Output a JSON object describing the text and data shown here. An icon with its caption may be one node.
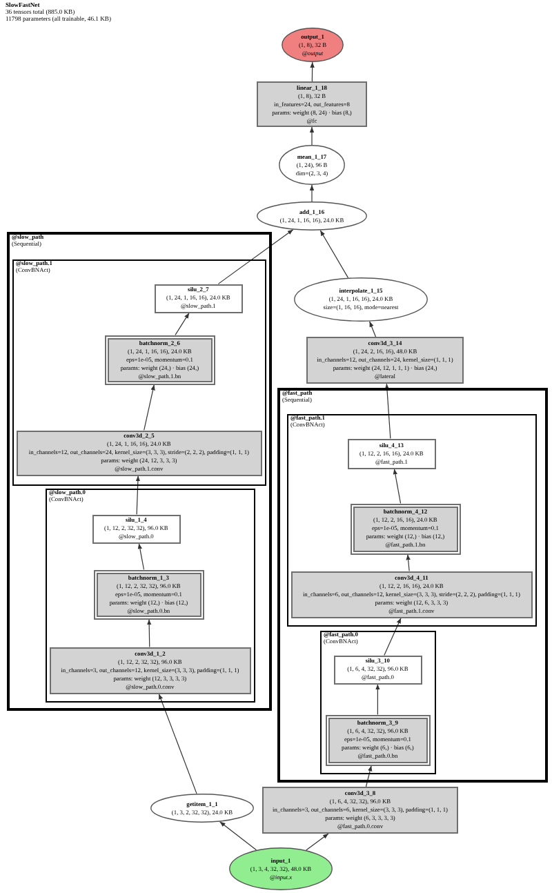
{
  "diagram": {
    "title": "SlowFastNet",
    "nodes": [
      {
        "text": [
          "output_1",
          "(1, 8), 32 B",
          "@output"
        ]
      },
      {
        "text": [
          "linear_1_18",
          "(1, 8), 32 B",
          "in_features=24, out_features=8",
          "params: weight (8, 24) · bias (8,)",
          "@fc"
        ]
      },
      {
        "text": [
          "mean_1_17",
          "(1, 24), 96 B",
          "dim=(2, 3, 4)"
        ]
      },
      {
        "text": [
          "add_1_16",
          "(1, 24, 1, 16, 16), 24.0 KB"
        ]
      },
      {
        "text": [
          "@slow_path",
          "(Sequential)"
        ]
      },
      {
        "text": [
          "@slow_path.1",
          "(ConvBNAct)"
        ],
        "in": 4
      },
      {
        "text": [
          "silu_2_7",
          "(1, 24, 1, 16, 16), 24.0 KB",
          "@slow_path.1"
        ],
        "in": 5
      },
      {
        "text": [
          "batchnorm_2_6",
          "(1, 24, 1, 16, 16), 24.0 KB",
          "eps=1e-05, momentum=0.1",
          "params: weight (24,) · bias (24,)",
          "@slow_path.1.bn"
        ],
        "in": 5
      },
      {
        "text": [
          "conv3d_2_5",
          "(1, 24, 1, 16, 16), 24.0 KB",
          "in_channels=12, out_channels=24, kernel_size=(3, 3, 3), stride=(2, 2, 2), padding=(1, 1, 1)",
          "params: weight (24, 12, 3, 3, 3)",
          "@slow_path.1.conv"
        ],
        "in": 5
      },
      {
        "text": [
          "@slow_path.0",
          "(ConvBNAct)"
        ],
        "in": 4
      },
      {
        "text": [
          "silu_1_4",
          "(1, 12, 2, 32, 32), 96.0 KB",
          "@slow_path.0"
        ],
        "in": 9
      },
      {
        "text": [
          "batchnorm_1_3",
          "(1, 12, 2, 32, 32), 96.0 KB",
          "eps=1e-05, momentum=0.1",
          "params: weight (12,) · bias (12,)",
          "@slow_path.0.bn"
        ],
        "in": 9
      },
      {
        "text": [
          "conv3d_1_2",
          "(1, 12, 2, 32, 32), 96.0 KB",
          "in_channels=3, out_channels=12, kernel_size=(3, 3, 3), padding=(1, 1, 1)",
          "params: weight (12, 3, 3, 3, 3)",
          "@slow_path.0.conv"
        ],
        "in": 9
      },
      {
        "text": [
          "interpolate_1_15",
          "(1, 24, 1, 16, 16), 24.0 KB",
          "size=(1, 16, 16), mode=nearest"
        ]
      },
      {
        "text": [
          "conv3d_3_14",
          "(1, 24, 2, 16, 16), 48.0 KB",
          "in_channels=12, out_channels=24, kernel_size=(1, 1, 1)",
          "params: weight (24, 12, 1, 1, 1) · bias (24,)",
          "@lateral"
        ]
      },
      {
        "text": [
          "@fast_path",
          "(Sequential)"
        ]
      },
      {
        "text": [
          "@fast_path.1",
          "(ConvBNAct)"
        ],
        "in": 15
      },
      {
        "text": [
          "silu_4_13",
          "(1, 12, 2, 16, 16), 24.0 KB",
          "@fast_path.1"
        ],
        "in": 16
      },
      {
        "text": [
          "batchnorm_4_12",
          "(1, 12, 2, 16, 16), 24.0 KB",
          "eps=1e-05, momentum=0.1",
          "params: weight (12,) · bias (12,)",
          "@fast_path.1.bn"
        ],
        "in": 16
      },
      {
        "text": [
          "conv3d_4_11",
          "(1, 12, 2, 16, 16), 24.0 KB",
          "in_channels=6, out_channels=12, kernel_size=(3, 3, 3), stride=(2, 2, 2), padding=(1, 1, 1)",
          "params: weight (12, 6, 3, 3, 3)",
          "@fast_path.1.conv"
        ],
        "in": 16
      },
      {
        "text": [
          "@fast_path.0",
          "(ConvBNAct)"
        ],
        "in": 15
      },
      {
        "text": [
          "silu_3_10",
          "(1, 6, 4, 32, 32), 96.0 KB",
          "@fast_path.0"
        ],
        "in": 20
      },
      {
        "text": [
          "batchnorm_3_9",
          "(1, 6, 4, 32, 32), 96.0 KB",
          "eps=1e-05, momentum=0.1",
          "params: weight (6,) · bias (6,)",
          "@fast_path.0.bn"
        ],
        "in": 20
      },
      {
        "text": [
          "conv3d_3_8",
          "(1, 6, 4, 32, 32), 96.0 KB",
          "in_channels=3, out_channels=6, kernel_size=(3, 3, 3), padding=(1, 1, 1)",
          "params: weight (6, 3, 3, 3, 3)",
          "@fast_path.0.conv"
        ]
      },
      {
        "text": [
          "getitem_1_1",
          "(1, 3, 2, 32, 32), 24.0 KB"
        ]
      },
      {
        "text": [
          "input_1",
          "(1, 3, 4, 32, 32), 48.0 KB",
          "@input.x"
        ]
      }
    ],
    "edges": [
      {
        "from": 25,
        "to": 24,
        "arrow": "to"
      },
      {
        "from": 25,
        "to": 23,
        "arrow": "to"
      },
      {
        "from": 24,
        "to": 12,
        "arrow": "to"
      },
      {
        "from": 12,
        "to": 11,
        "arrow": "to"
      },
      {
        "from": 11,
        "to": 10,
        "arrow": "to"
      },
      {
        "from": 10,
        "to": 8,
        "arrow": "to"
      },
      {
        "from": 8,
        "to": 7,
        "arrow": "to"
      },
      {
        "from": 7,
        "to": 6,
        "arrow": "to"
      },
      {
        "from": 6,
        "to": 3,
        "arrow": "to"
      },
      {
        "from": 23,
        "to": 22,
        "arrow": "to"
      },
      {
        "from": 22,
        "to": 21,
        "arrow": "to"
      },
      {
        "from": 21,
        "to": 19,
        "arrow": "to"
      },
      {
        "from": 19,
        "to": 18,
        "arrow": "to"
      },
      {
        "from": 18,
        "to": 17,
        "arrow": "to"
      },
      {
        "from": 17,
        "to": 14,
        "arrow": "to"
      },
      {
        "from": 14,
        "to": 13,
        "arrow": "to"
      },
      {
        "from": 13,
        "to": 3,
        "arrow": "to"
      },
      {
        "from": 3,
        "to": 2,
        "arrow": "to"
      },
      {
        "from": 2,
        "to": 1,
        "arrow": "to"
      },
      {
        "from": 1,
        "to": 0,
        "arrow": "to"
      }
    ],
    "labels": [
      "36 tensors total (885.0 KB)",
      "11798 parameters (all trainable, 46.1 KB)"
    ]
  }
}
